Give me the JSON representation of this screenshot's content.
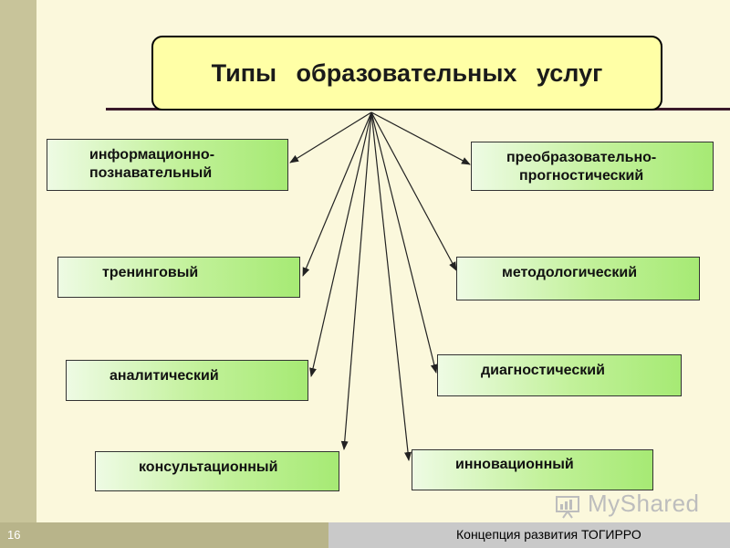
{
  "title": "Типы   образовательных   услуг",
  "nodes": {
    "informational": "информационно-\nпознавательный",
    "transformational": "преобразовательно-\nпрогностический",
    "training": "тренинговый",
    "methodological": "методологический",
    "analytical": "аналитический",
    "diagnostic": "диагностический",
    "consulting": "консультационный",
    "innovative": "инновационный"
  },
  "footer": {
    "slide_number": "16",
    "caption": "Концепция развития ТОГИРРО"
  },
  "watermark": "MyShared",
  "colors": {
    "title_fill": "#ffffa6",
    "node_fill": "#c2f19a",
    "background": "#fbf8dc"
  }
}
